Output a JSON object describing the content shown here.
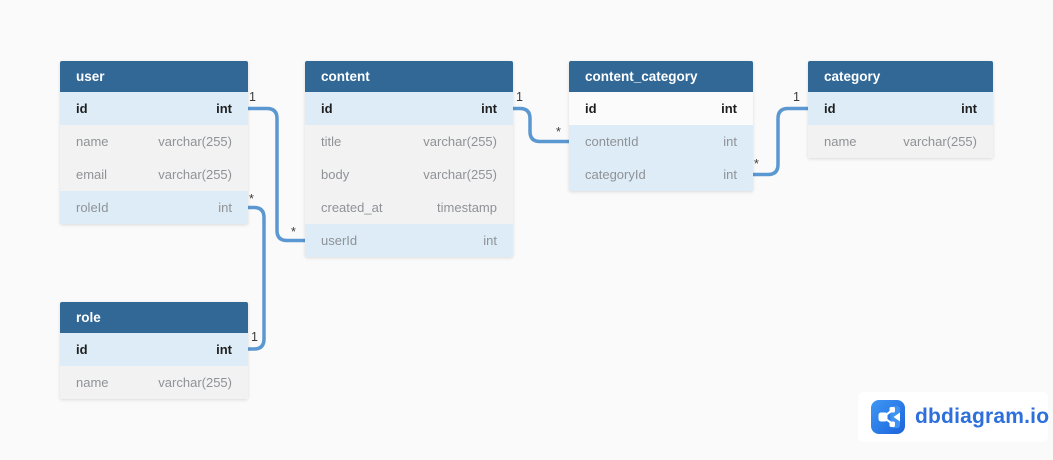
{
  "diagram": {
    "tables": [
      {
        "name": "user",
        "fields": [
          {
            "name": "id",
            "type": "int"
          },
          {
            "name": "name",
            "type": "varchar(255)"
          },
          {
            "name": "email",
            "type": "varchar(255)"
          },
          {
            "name": "roleId",
            "type": "int"
          }
        ]
      },
      {
        "name": "content",
        "fields": [
          {
            "name": "id",
            "type": "int"
          },
          {
            "name": "title",
            "type": "varchar(255)"
          },
          {
            "name": "body",
            "type": "varchar(255)"
          },
          {
            "name": "created_at",
            "type": "timestamp"
          },
          {
            "name": "userId",
            "type": "int"
          }
        ]
      },
      {
        "name": "content_category",
        "fields": [
          {
            "name": "id",
            "type": "int"
          },
          {
            "name": "contentId",
            "type": "int"
          },
          {
            "name": "categoryId",
            "type": "int"
          }
        ]
      },
      {
        "name": "category",
        "fields": [
          {
            "name": "id",
            "type": "int"
          },
          {
            "name": "name",
            "type": "varchar(255)"
          }
        ]
      },
      {
        "name": "role",
        "fields": [
          {
            "name": "id",
            "type": "int"
          },
          {
            "name": "name",
            "type": "varchar(255)"
          }
        ]
      }
    ],
    "relationships": [
      {
        "from": "user.id",
        "to": "content.userId",
        "from_label": "1",
        "to_label": "*"
      },
      {
        "from": "user.roleId",
        "to": "role.id",
        "from_label": "*",
        "to_label": "1"
      },
      {
        "from": "content.id",
        "to": "content_category.contentId",
        "from_label": "1",
        "to_label": "*"
      },
      {
        "from": "content_category.categoryId",
        "to": "category.id",
        "from_label": "*",
        "to_label": "1"
      }
    ]
  },
  "branding": {
    "logo_text": "dbdiagram.io"
  },
  "colors": {
    "canvas_background": "#fafafa",
    "table_header": "#316896",
    "row_highlight": "#ddecf6",
    "row_regular": "#f2f2f2",
    "row_plain": "#fbfbfb",
    "relationship_line": "#5b97d0",
    "logo_blue": "#2d6fdb"
  }
}
